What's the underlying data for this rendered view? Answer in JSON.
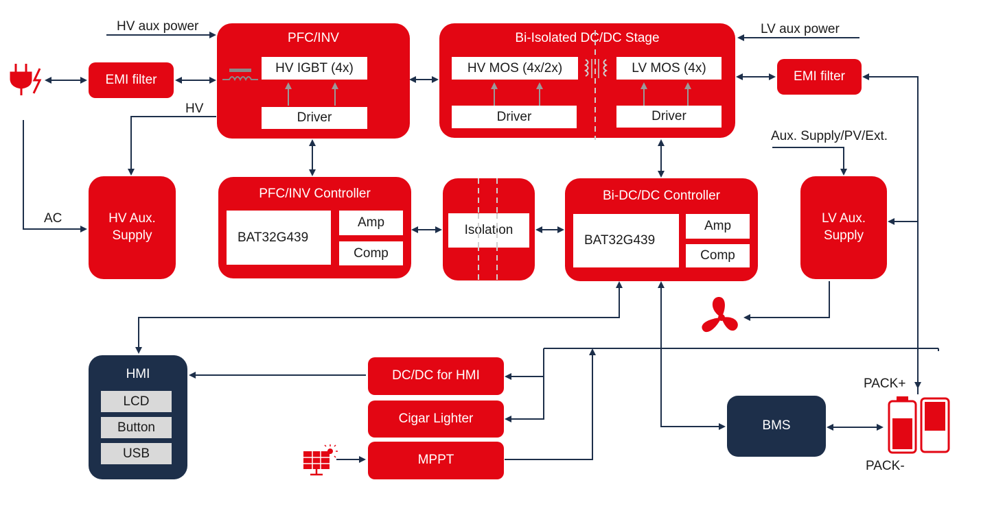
{
  "labels": {
    "hv_aux_power": "HV aux power",
    "lv_aux_power": "LV aux power",
    "hv": "HV",
    "ac": "AC",
    "aux_supply_pv_ext": "Aux. Supply/PV/Ext.",
    "pack_plus": "PACK+",
    "pack_minus": "PACK-"
  },
  "blocks": {
    "emi_filter_left": "EMI filter",
    "emi_filter_right": "EMI filter",
    "pfc_inv": {
      "title": "PFC/INV",
      "igbt": "HV IGBT (4x)",
      "driver": "Driver"
    },
    "dcdc_stage": {
      "title": "Bi-Isolated DC/DC Stage",
      "hv_mos": "HV MOS (4x/2x)",
      "lv_mos": "LV MOS (4x)",
      "driver_left": "Driver",
      "driver_right": "Driver"
    },
    "hv_aux_supply": {
      "line1": "HV Aux.",
      "line2": "Supply"
    },
    "lv_aux_supply": {
      "line1": "LV Aux.",
      "line2": "Supply"
    },
    "pfc_controller": {
      "title": "PFC/INV Controller",
      "mcu": "BAT32G439",
      "amp": "Amp",
      "comp": "Comp"
    },
    "isolation": "Isolation",
    "dc_controller": {
      "title": "Bi-DC/DC Controller",
      "mcu": "BAT32G439",
      "amp": "Amp",
      "comp": "Comp"
    },
    "hmi": {
      "title": "HMI",
      "items": [
        "LCD",
        "Button",
        "USB"
      ]
    },
    "dcdc_hmi": "DC/DC for HMI",
    "cigar_lighter": "Cigar Lighter",
    "mppt": "MPPT",
    "bms": "BMS"
  },
  "icons": [
    "power-plug-icon",
    "fan-icon",
    "solar-panel-icon",
    "battery-pack-icon",
    "transformer-icon",
    "inductor-icon"
  ],
  "colors": {
    "accent_red": "#e30613",
    "dark_navy": "#1d2f4a",
    "line": "#1d2f4a",
    "gray_arrow": "#9a9a9a"
  }
}
